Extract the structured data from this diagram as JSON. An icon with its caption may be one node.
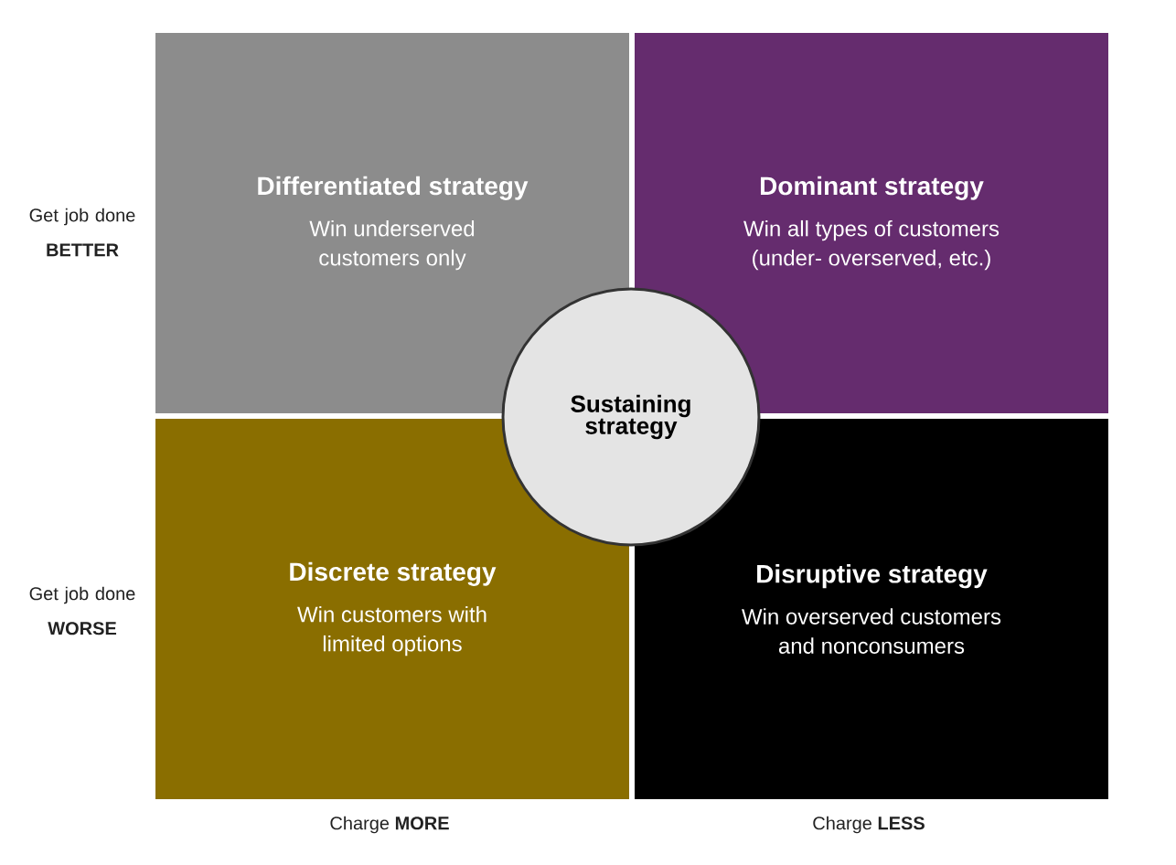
{
  "diagram": {
    "nodes": [
      {
        "text": [
          "Differentiated strategy",
          "Win underserved customers only"
        ]
      },
      {
        "text": [
          "Dominant strategy",
          "Win all types of customers (under- overserved, etc.)"
        ]
      },
      {
        "text": [
          "Discrete strategy",
          "Win customers with limited options"
        ]
      },
      {
        "text": [
          "Disruptive strategy",
          "Win overserved customers and nonconsumers"
        ]
      },
      {
        "text": [
          "Sustaining strategy"
        ]
      }
    ],
    "labels": [
      "Get job done **BETTER**",
      "Get job done **WORSE**",
      "Charge **MORE**",
      "Charge **LESS**"
    ]
  }
}
